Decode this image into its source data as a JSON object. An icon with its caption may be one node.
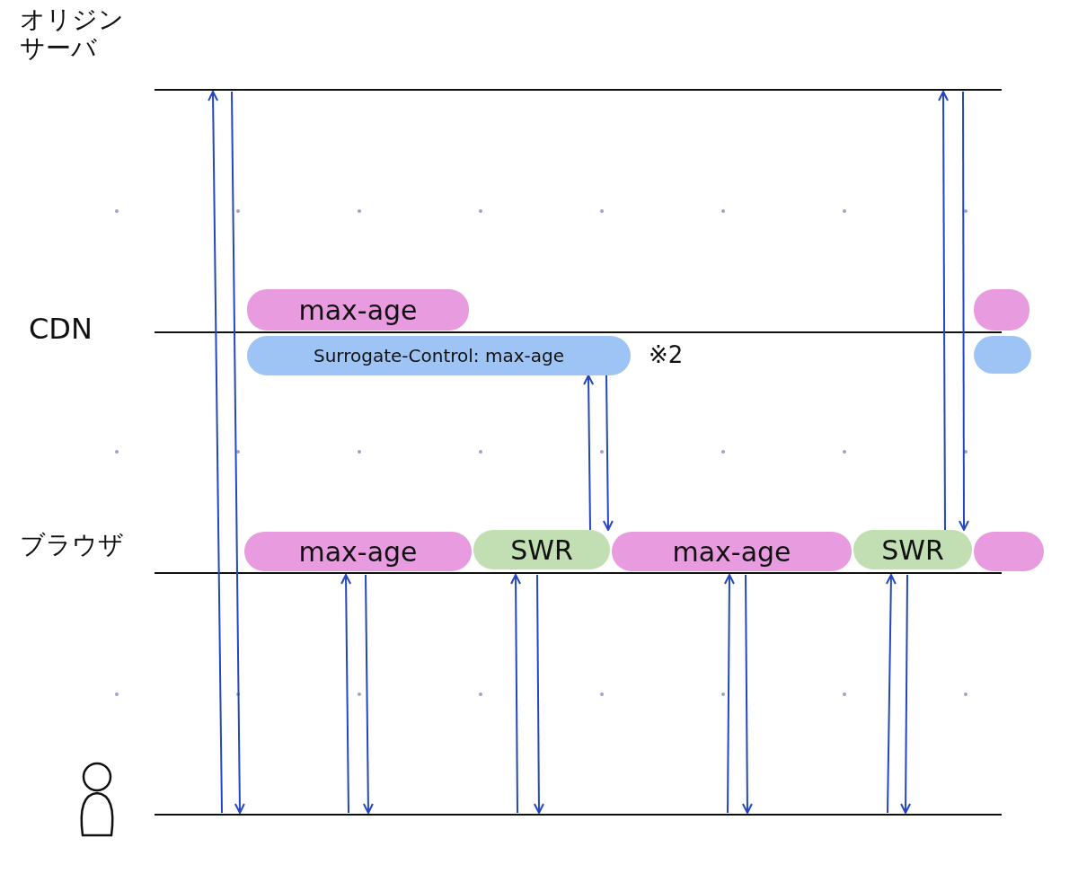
{
  "diagram": {
    "nodes": [
      {
        "text": [
          "オリジンサーバ"
        ]
      },
      {
        "text": [
          "CDN"
        ]
      },
      {
        "text": [
          "ブラウザ"
        ]
      },
      {
        "text": [],
        "shape": "person"
      },
      {
        "text": [
          "max-age"
        ]
      },
      {
        "text": [],
        "shape": "bar"
      },
      {
        "text": [
          "Surrogate-Control: max-age"
        ]
      },
      {
        "text": [],
        "shape": "bar"
      },
      {
        "text": [
          "max-age"
        ]
      },
      {
        "text": [
          "SWR"
        ]
      },
      {
        "text": [
          "max-age"
        ]
      },
      {
        "text": [
          "SWR"
        ]
      },
      {
        "text": [],
        "shape": "bar"
      }
    ],
    "edges": [
      {
        "from": 3,
        "to": 0,
        "arrow": "to"
      },
      {
        "from": 0,
        "to": 3,
        "arrow": "to"
      },
      {
        "from": 3,
        "to": 2,
        "arrow": "to"
      },
      {
        "from": 2,
        "to": 3,
        "arrow": "to"
      },
      {
        "from": 3,
        "to": 2,
        "arrow": "to"
      },
      {
        "from": 9,
        "to": 6,
        "arrow": "to"
      },
      {
        "from": 6,
        "to": 9,
        "arrow": "to"
      },
      {
        "from": 2,
        "to": 3,
        "arrow": "to"
      },
      {
        "from": 3,
        "to": 2,
        "arrow": "to"
      },
      {
        "from": 2,
        "to": 3,
        "arrow": "to"
      },
      {
        "from": 3,
        "to": 2,
        "arrow": "to"
      },
      {
        "from": 11,
        "to": 0,
        "arrow": "to"
      },
      {
        "from": 0,
        "to": 11,
        "arrow": "to"
      },
      {
        "from": 2,
        "to": 3,
        "arrow": "to"
      }
    ],
    "labels": [
      "※2"
    ]
  }
}
